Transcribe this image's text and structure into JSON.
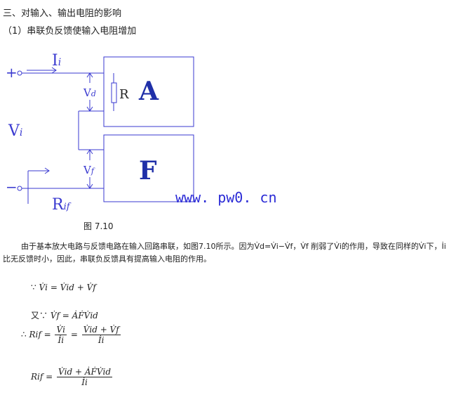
{
  "headings": {
    "section": "三、对输入、输出电阻的影响",
    "subsection": "（1）串联负反馈使输入电阻增加"
  },
  "figure": {
    "caption": "图 7.10",
    "watermark": "www. pw0. cn",
    "labels": {
      "plus": "+",
      "minus": "−",
      "current": "I",
      "current_sub": "i",
      "vd": "V",
      "vd_sub": "d",
      "vf": "V",
      "vf_sub": "f",
      "vi": "V",
      "vi_sub": "i",
      "rif": "R",
      "rif_sub": "if",
      "resistor": "R",
      "amp_block": "A",
      "feedback_block": "F"
    },
    "colors": {
      "wire": "#3a3ad0",
      "block_text": "#1f2fa8"
    }
  },
  "paragraph": "由于基本放大电路与反馈电路在输入回路串联，如图7.10所示。因为V̇d=V̇i−V̇f，V̇f 削弱了V̇i的作用，导致在同样的V̇i下，İi比无反馈时小，因此，串联负反馈具有提高输入电阻的作用。",
  "formulas": {
    "f1": {
      "prefix": "∵",
      "lhs": "V̇i",
      "eq": "=",
      "rhs": "V̇id + V̇f"
    },
    "f2": {
      "prefix": "又∵",
      "lhs": "V̇f",
      "eq": "=",
      "rhs": "ȦḞV̇id"
    },
    "f3": {
      "prefix": "∴",
      "lhs": "Rif",
      "frac1_num": "V̇i",
      "frac1_den": "İi",
      "frac2_num": "V̇id + V̇f",
      "frac2_den": "İi"
    },
    "f4": {
      "lhs": "Rif",
      "num": "V̇id + ȦḞV̇id",
      "den": "İi"
    }
  }
}
